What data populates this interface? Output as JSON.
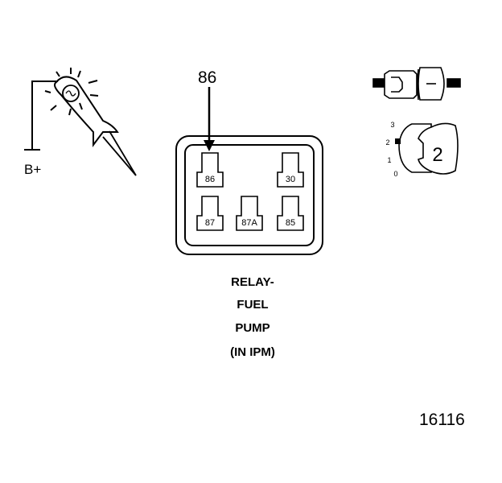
{
  "test_light": {
    "supply_label": "B+"
  },
  "relay": {
    "pointer_label": "86",
    "pins": [
      {
        "id": "86",
        "label": "86"
      },
      {
        "id": "30",
        "label": "30"
      },
      {
        "id": "87",
        "label": "87"
      },
      {
        "id": "87a",
        "label": "87A"
      },
      {
        "id": "85",
        "label": "85"
      }
    ],
    "caption_lines": [
      "RELAY-",
      "FUEL",
      "PUMP",
      "(IN IPM)"
    ]
  },
  "ignition_switch": {
    "position_labels": [
      "3",
      "2",
      "1",
      "0"
    ],
    "selected_position": "2"
  },
  "figure_number": "16116",
  "colors": {
    "ink": "#000000",
    "background": "#ffffff"
  }
}
